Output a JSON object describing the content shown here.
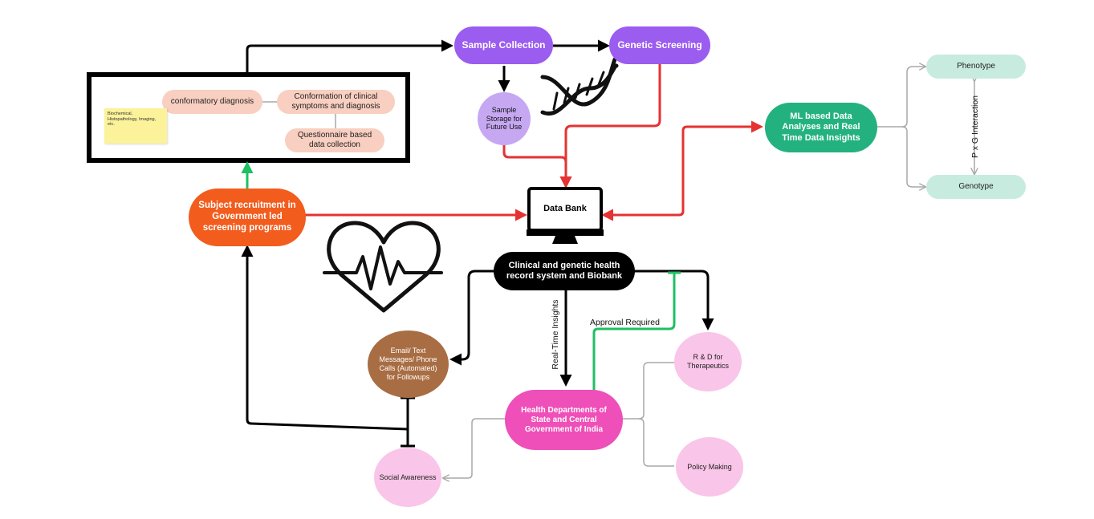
{
  "nodes": {
    "sample_collection": "Sample Collection",
    "genetic_screening": "Genetic Screening",
    "sample_storage": "Sample Storage for Future Use",
    "conformatory_diagnosis": "conformatory diagnosis",
    "conformation_clinical": "Conformation of clinical symptoms and diagnosis",
    "questionnaire": "Questionnaire based data collection",
    "sticky_note": "Biochemical, Histopathology, Imaging, etc.",
    "subject_recruitment": "Subject recruitment in Government led screening programs",
    "data_bank": "Data Bank",
    "clinical_genetic_record": "Clinical and genetic health record system and Biobank",
    "ml_analysis": "ML based Data Analyses and Real Time Data Insights",
    "phenotype": "Phenotype",
    "genotype": "Genotype",
    "email_followup": "Email/ Text Messages/ Phone Calls (Automated) for Followups",
    "rd_therapeutics": "R & D for Therapeutics",
    "health_departments": "Health Departments of State and Central Government of India",
    "policy_making": "Policy Making",
    "social_awareness": "Social Awareness"
  },
  "labels": {
    "pxg": "P x G Interaction",
    "real_time": "Real-Time Insights",
    "approval": "Approval Required"
  },
  "icons": [
    "dna-icon",
    "heartbeat-icon",
    "computer-monitor-icon"
  ],
  "colors": {
    "purple": "#9b5cf0",
    "lavender": "#c6a8f2",
    "orange": "#f25c1d",
    "green_teal": "#23b27f",
    "mint": "#c8ebdf",
    "salmon": "#f8cfc0",
    "brown": "#a86d43",
    "magenta": "#ef4fb8",
    "pink": "#f9c5e8",
    "sticky": "#fbf29a",
    "red_arrow": "#e53232",
    "green_arrow": "#1fbf63",
    "black": "#000000",
    "gray_line": "#a8a8a8"
  }
}
